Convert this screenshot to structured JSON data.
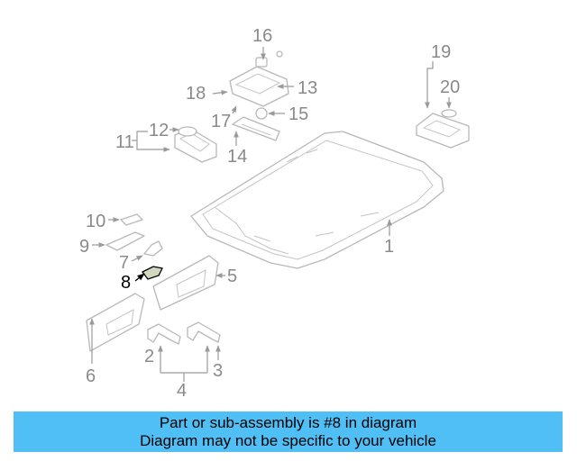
{
  "diagram": {
    "callouts": [
      "1",
      "2",
      "3",
      "4",
      "5",
      "6",
      "7",
      "8",
      "9",
      "10",
      "11",
      "12",
      "13",
      "14",
      "15",
      "16",
      "17",
      "18",
      "19",
      "20"
    ],
    "highlighted_part": "8",
    "colors": {
      "part_line": "#b8b8b8",
      "label": "#8a8a8a",
      "highlight": "#000000",
      "banner": "#4fbff5"
    }
  },
  "banner": {
    "line1": "Part or sub-assembly is #8 in diagram",
    "line2": "Diagram may not be specific to your vehicle"
  }
}
